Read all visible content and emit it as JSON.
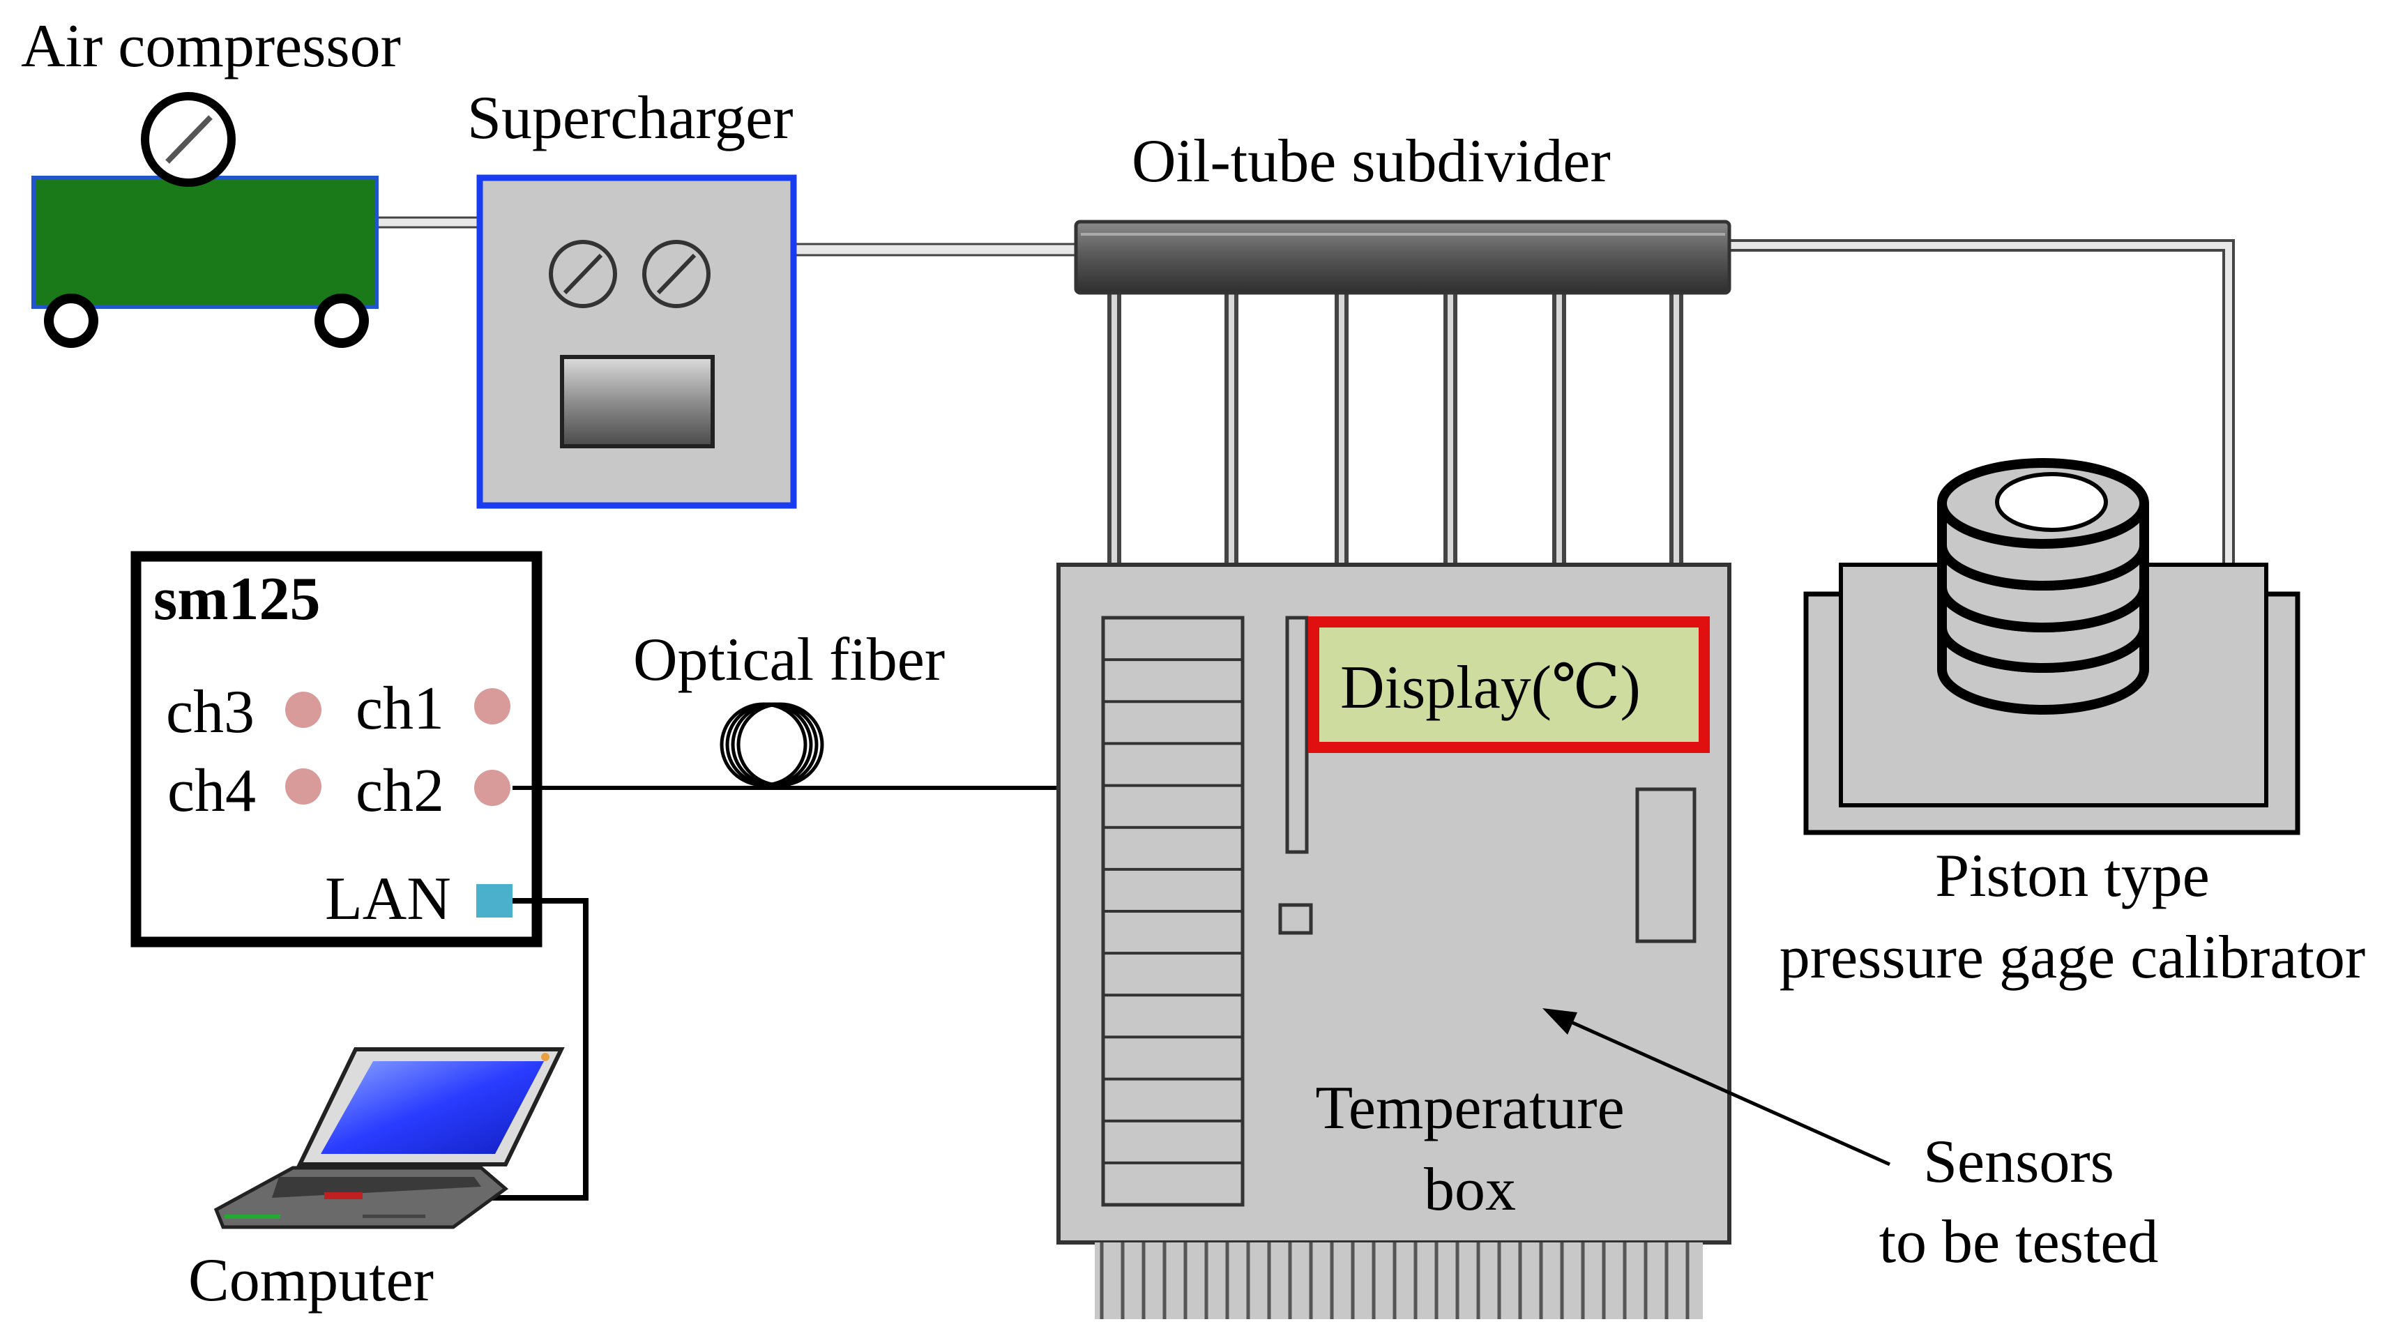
{
  "labels": {
    "air_compressor": "Air compressor",
    "supercharger": "Supercharger",
    "oil_tube_subdivider": "Oil-tube subdivider",
    "sm125": "sm125",
    "ch3": "ch3",
    "ch1": "ch1",
    "ch4": "ch4",
    "ch2": "ch2",
    "lan": "LAN",
    "optical_fiber": "Optical fiber",
    "display": "Display(℃)",
    "temperature_box_line1": "Temperature",
    "temperature_box_line2": "box",
    "piston_line1": "Piston type",
    "piston_line2": "pressure gage calibrator",
    "sensors_line1": "Sensors",
    "sensors_line2": "to be tested",
    "computer": "Computer"
  },
  "colors": {
    "compressor_body": "#1a7a1a",
    "compressor_border": "#2255cc",
    "supercharger_border": "#1a3cf0",
    "panel_gray": "#c8c8c8",
    "subdivider": "#555555",
    "display_fill": "#cfdca0",
    "display_border": "#e01010",
    "channel_dot": "#d99a9a",
    "lan_port": "#4ab0cc",
    "laptop_screen": "#2a3cff"
  },
  "icons": {
    "pressure_gauge": "gauge-icon",
    "optical_fiber_coil": "fiber-coil-icon",
    "laptop": "laptop-icon"
  }
}
